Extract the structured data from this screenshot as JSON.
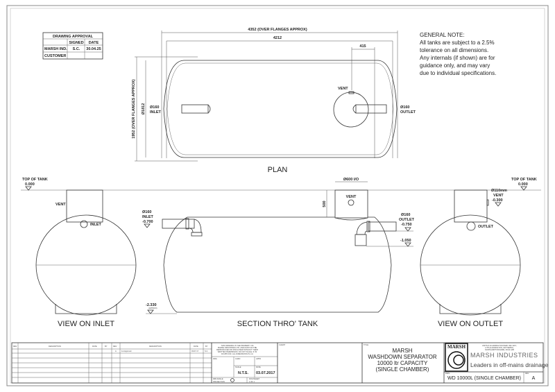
{
  "approval": {
    "title": "DRAWING APPROVAL",
    "col_signed": "SIGNED",
    "col_date": "DATE",
    "rows": [
      {
        "label": "MARSH IND.",
        "signed": "S.C.",
        "date": "30.04.25"
      },
      {
        "label": "CUSTOMER",
        "signed": "",
        "date": ""
      }
    ]
  },
  "general_note": {
    "title": "GENERAL NOTE:",
    "lines": [
      "All tanks are subject to a 2.5%",
      "tolerance on all dimensions.",
      "Any internals (if shown) are for",
      "guidance only, and may vary",
      "due to individual specifications."
    ]
  },
  "plan": {
    "label": "PLAN",
    "dim_overall": "4352 (OVER FLANGES APPROX)",
    "dim_length": "4212",
    "dim_vent_offset": "415",
    "dim_height_overall": "1952 (OVER FLANGES APPROX)",
    "dim_diameter": "Ø1812",
    "inlet": [
      "Ø160",
      "INLET"
    ],
    "outlet": [
      "Ø160",
      "OUTLET"
    ],
    "vent": "VENT"
  },
  "view_inlet": {
    "label": "VIEW ON INLET",
    "top_of_tank": [
      "TOP OF TANK",
      "0.000"
    ],
    "vent": "VENT",
    "inlet": "INLET"
  },
  "section": {
    "label": "SECTION THRO' TANK",
    "riser_dia": "Ø600 I/O",
    "riser_height": "500",
    "vent": "VENT",
    "inlet": [
      "Ø160",
      "INLET",
      "-0.700"
    ],
    "outlet": [
      "Ø160",
      "OUTLET",
      "-0.750"
    ],
    "outlet_drop": "-1.050",
    "base": [
      "-2.330",
      "(APPROX)"
    ]
  },
  "view_outlet": {
    "label": "VIEW ON OUTLET",
    "top_of_tank": [
      "TOP OF TANK",
      "0.000"
    ],
    "vent": [
      "Ø110mm",
      "VENT",
      "-0.300"
    ],
    "outlet": "OUTLET"
  },
  "title_block": {
    "rev_headers": [
      "REV",
      "DESCRIPTION",
      "DATE",
      "BY",
      "REV",
      "DESCRIPTION",
      "DATE",
      "BY"
    ],
    "rev_row": {
      "rev": "A",
      "description": "1st Approval",
      "date": "03.07.17",
      "by": "S.C."
    },
    "copyright": [
      "THIS DRAWING IS THE PROPERTY OF",
      "MARSH INDUSTRIES LTD. AND MUST NOT BE",
      "REPRODUCED OR DISCLOSED WITHOUT THEIR",
      "WRITTEN PERMISSION. DO NOT SCALE. IF IN",
      "DOUBT ASK. ALL DIMENSIONS IN mm"
    ],
    "drawn_label": "DRG",
    "checked_label": "CHKD",
    "approved_label": "APPD",
    "scale_label": "SCALE",
    "scale": "N.T.S.",
    "date_label": "DATE",
    "date": "03.07.2017",
    "projection": [
      "3RD ANGLE",
      "PROJECTION"
    ],
    "sheet": [
      "DOC/SHEET",
      "1 OF 1"
    ],
    "client_label": "CLIENT",
    "title_label": "TITLE",
    "title_lines": [
      "MARSH",
      "WASHDOWN SEPARATOR",
      "10000 ltr CAPACITY",
      "(SINGLE CHAMBER)"
    ],
    "logo_text": "MARSH",
    "company_address": [
      "UNITS 8-10 ADDINGTON PARK IND. EST.,",
      "LITTLE ADDINGTON, KETTERING,",
      "NORTHAMPTONSHIRE, NN14 4AB"
    ],
    "company_name": "MARSH INDUSTRIES",
    "tagline": "Leaders in off-mains drainage",
    "drawing_no_label": "DWG",
    "drawing_no": "WD 10000L (SINGLE CHAMBER)",
    "rev_label": "REV",
    "rev": "A"
  }
}
